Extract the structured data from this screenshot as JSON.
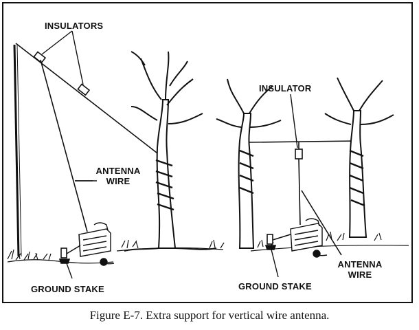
{
  "labels": {
    "insulators": "INSULATORS",
    "insulator": "INSULATOR",
    "antenna_wire_left_line1": "ANTENNA",
    "antenna_wire_left_line2": "WIRE",
    "antenna_wire_right_line1": "ANTENNA",
    "antenna_wire_right_line2": "WIRE",
    "ground_stake_left": "GROUND STAKE",
    "ground_stake_right": "GROUND STAKE"
  },
  "caption": "Figure E-7. Extra support for vertical wire antenna."
}
